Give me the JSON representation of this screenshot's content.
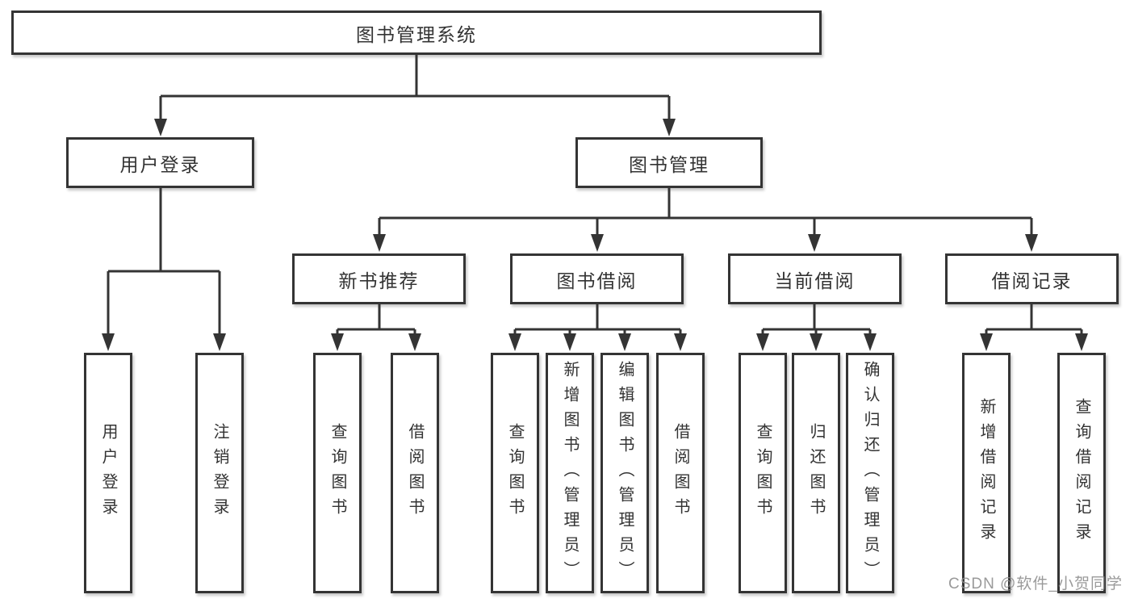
{
  "diagram": {
    "root": {
      "label": "图书管理系统"
    },
    "branches": [
      {
        "label": "用户登录",
        "children": [
          {
            "label": "用户登录"
          },
          {
            "label": "注销登录"
          }
        ]
      },
      {
        "label": "图书管理",
        "children": [
          {
            "label": "新书推荐",
            "children": [
              {
                "label": "查询图书"
              },
              {
                "label": "借阅图书"
              }
            ]
          },
          {
            "label": "图书借阅",
            "children": [
              {
                "label": "查询图书"
              },
              {
                "label": "新增图书（管理员）"
              },
              {
                "label": "编辑图书（管理员）"
              },
              {
                "label": "借阅图书"
              }
            ]
          },
          {
            "label": "当前借阅",
            "children": [
              {
                "label": "查询图书"
              },
              {
                "label": "归还图书"
              },
              {
                "label": "确认归还（管理员）"
              }
            ]
          },
          {
            "label": "借阅记录",
            "children": [
              {
                "label": "新增借阅记录"
              },
              {
                "label": "查询借阅记录"
              }
            ]
          }
        ]
      }
    ]
  },
  "watermark": {
    "text": "CSDN @软件_小贺同学"
  },
  "colors": {
    "line": "#343434",
    "border": "#343434",
    "text": "#333333",
    "background": "#ffffff",
    "watermark": "#8c8c8c"
  }
}
